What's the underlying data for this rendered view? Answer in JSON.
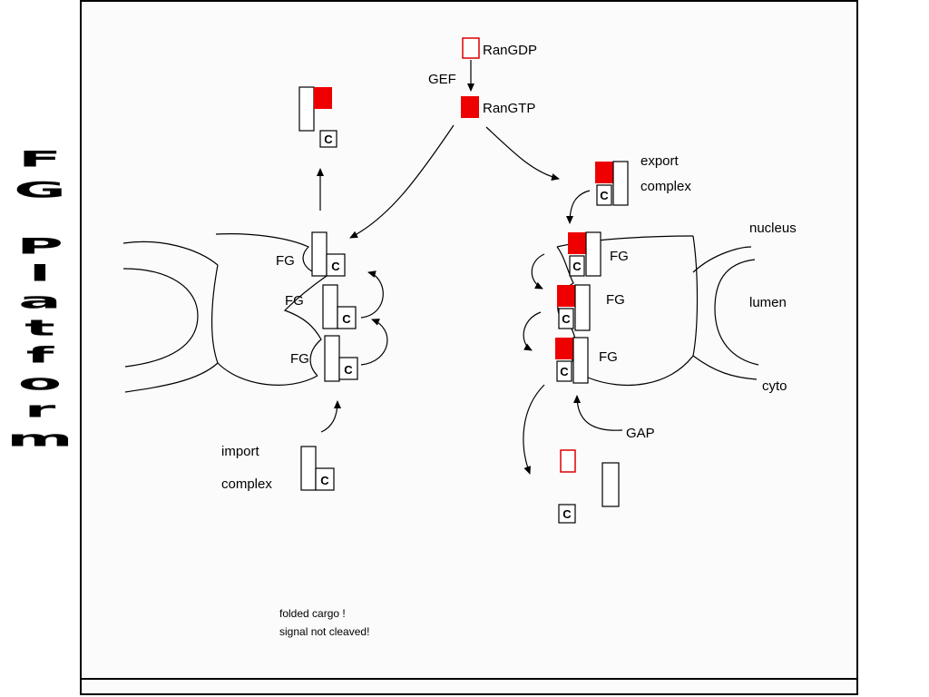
{
  "side_title": {
    "chars": [
      "F",
      "G",
      "P",
      "l",
      "a",
      "t",
      "f",
      "o",
      "r",
      "m"
    ]
  },
  "labels": {
    "ran_gdp": "RanGDP",
    "gef": "GEF",
    "ran_gtp": "RanGTP",
    "export_complex_1": "export",
    "export_complex_2": "complex",
    "import_complex_1": "import",
    "import_complex_2": "complex",
    "nucleus": "nucleus",
    "lumen": "lumen",
    "cyto": "cyto",
    "gap": "GAP",
    "fg": "FG",
    "cargo": "C"
  },
  "note": {
    "line1": "folded cargo !",
    "line2": "signal not cleaved!"
  },
  "colors": {
    "ran_fill": "#ee0000",
    "line": "#000000",
    "frame_bg": "#fbfbfb"
  }
}
